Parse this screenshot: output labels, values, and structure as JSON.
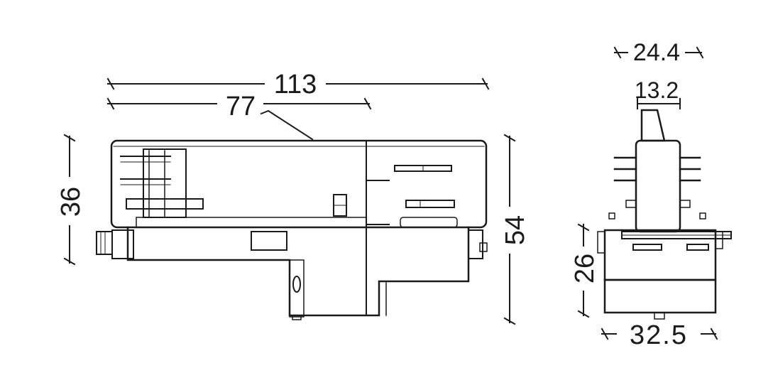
{
  "dimensions": {
    "overall_length": "113",
    "inner_length": "77",
    "body_height": "36",
    "total_height": "54",
    "top_width": "24.4",
    "tab_width": "13.2",
    "lower_height": "26",
    "bottom_width": "32.5"
  },
  "colors": {
    "line": "#1a1a1a",
    "background": "#ffffff"
  }
}
